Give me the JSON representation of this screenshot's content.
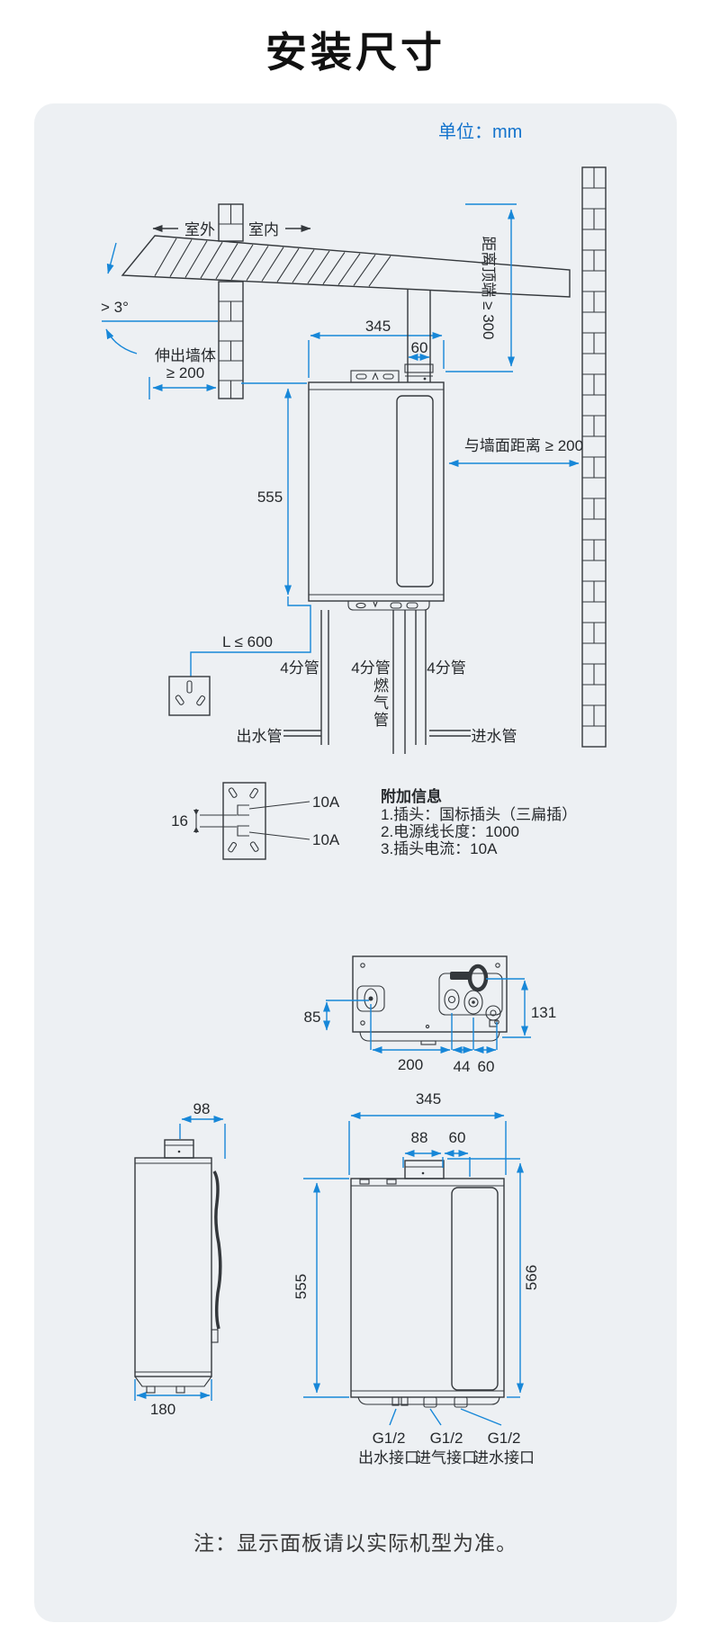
{
  "title": "安装尺寸",
  "unit": "单位：mm",
  "top": {
    "outdoor": "室外",
    "indoor": "室内",
    "angle": "> 3°",
    "protrude1": "伸出墙体",
    "protrude2": "≥ 200",
    "top_clearance": "距离顶端 ≥ 300",
    "width": "345",
    "flue": "60",
    "height": "555",
    "wall_clearance": "与墙面距离 ≥ 200",
    "cord": "L ≤ 600",
    "pipe1": "4分管",
    "pipe2": "4分管",
    "pipe3": "4分管",
    "gas_pipe": "燃气管",
    "outlet_pipe": "出水管",
    "inlet_pipe": "进水管"
  },
  "plug": {
    "gap": "16",
    "amp_top": "10A",
    "amp_bottom": "10A",
    "info_title": "附加信息",
    "lines": [
      "1.插头：国标插头（三扁插）",
      "2.电源线长度：1000",
      "3.插头电流：10A"
    ]
  },
  "bottom_view": {
    "d85": "85",
    "d131": "131",
    "d200": "200",
    "d44": "44",
    "d60": "60"
  },
  "side_view": {
    "d98": "98",
    "d180": "180"
  },
  "front_view": {
    "d345": "345",
    "d88": "88",
    "d60": "60",
    "d555": "555",
    "d566": "566",
    "ports": [
      {
        "size": "G1/2",
        "name": "出水接口"
      },
      {
        "size": "G1/2",
        "name": "进气接口"
      },
      {
        "size": "G1/2",
        "name": "进水接口"
      }
    ]
  },
  "note": "注：显示面板请以实际机型为准。",
  "colors": {
    "accent": "#1787d8",
    "ink": "#34383c",
    "unit_blue": "#1373cc"
  }
}
